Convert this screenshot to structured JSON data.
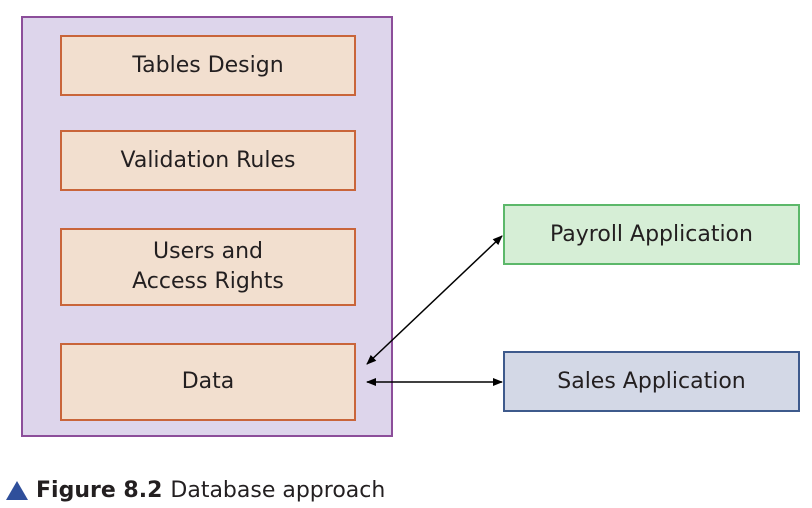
{
  "diagram": {
    "boxes": {
      "tables_design": "Tables Design",
      "validation_rules": "Validation Rules",
      "users_access_line1": "Users and",
      "users_access_line2": "Access Rights",
      "data": "Data",
      "payroll": "Payroll Application",
      "sales": "Sales Application"
    },
    "colors": {
      "container_fill": "#ddd5eb",
      "container_border": "#8c4e9a",
      "inner_fill": "#f2dfcf",
      "inner_border": "#c9653a",
      "payroll_fill": "#d6eed6",
      "payroll_border": "#5cb86a",
      "sales_fill": "#d3d8e6",
      "sales_border": "#3e5a8c",
      "caption_triangle": "#2f4f9b"
    },
    "edges": [
      {
        "from": "data",
        "to": "payroll",
        "direction": "both"
      },
      {
        "from": "data",
        "to": "sales",
        "direction": "both"
      }
    ]
  },
  "caption": {
    "icon": "triangle-up-icon",
    "figure_number": "Figure 8.2",
    "title": "Database approach"
  }
}
